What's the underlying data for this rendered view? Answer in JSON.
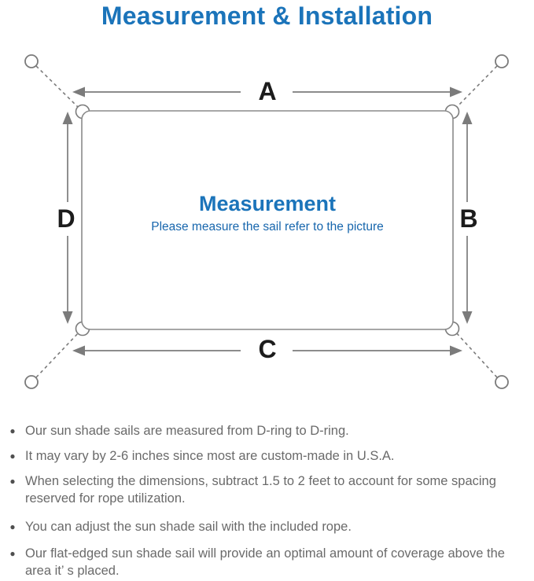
{
  "title": "Measurement & Installation",
  "diagram": {
    "dimension_labels": {
      "top": "A",
      "right": "B",
      "bottom": "C",
      "left": "D"
    },
    "center_title": "Measurement",
    "center_subtitle": "Please measure the sail refer to the picture",
    "icons": {
      "anchor_ring": "anchor-ring-icon",
      "d_ring": "d-ring-icon",
      "rope": "dashed-rope-line",
      "arrow": "dimension-arrow"
    }
  },
  "bullets": [
    "Our sun shade sails are measured from D-ring to D-ring.",
    "It may vary by 2-6 inches since most are custom-made in U.S.A.",
    "When selecting the dimensions, subtract 1.5 to 2 feet to account for some spacing reserved for rope utilization.",
    "You can adjust the sun shade sail with the included rope.",
    "Our flat-edged sun shade sail will provide an optimal amount of coverage above the area it’ s placed."
  ],
  "colors": {
    "heading_blue": "#1b74ba",
    "subtitle_blue": "#1766ad",
    "diagram_line_gray": "#7b7b7b",
    "dimension_label_black": "#1c1c1c",
    "bullet_text_gray": "#6a6a6a"
  }
}
